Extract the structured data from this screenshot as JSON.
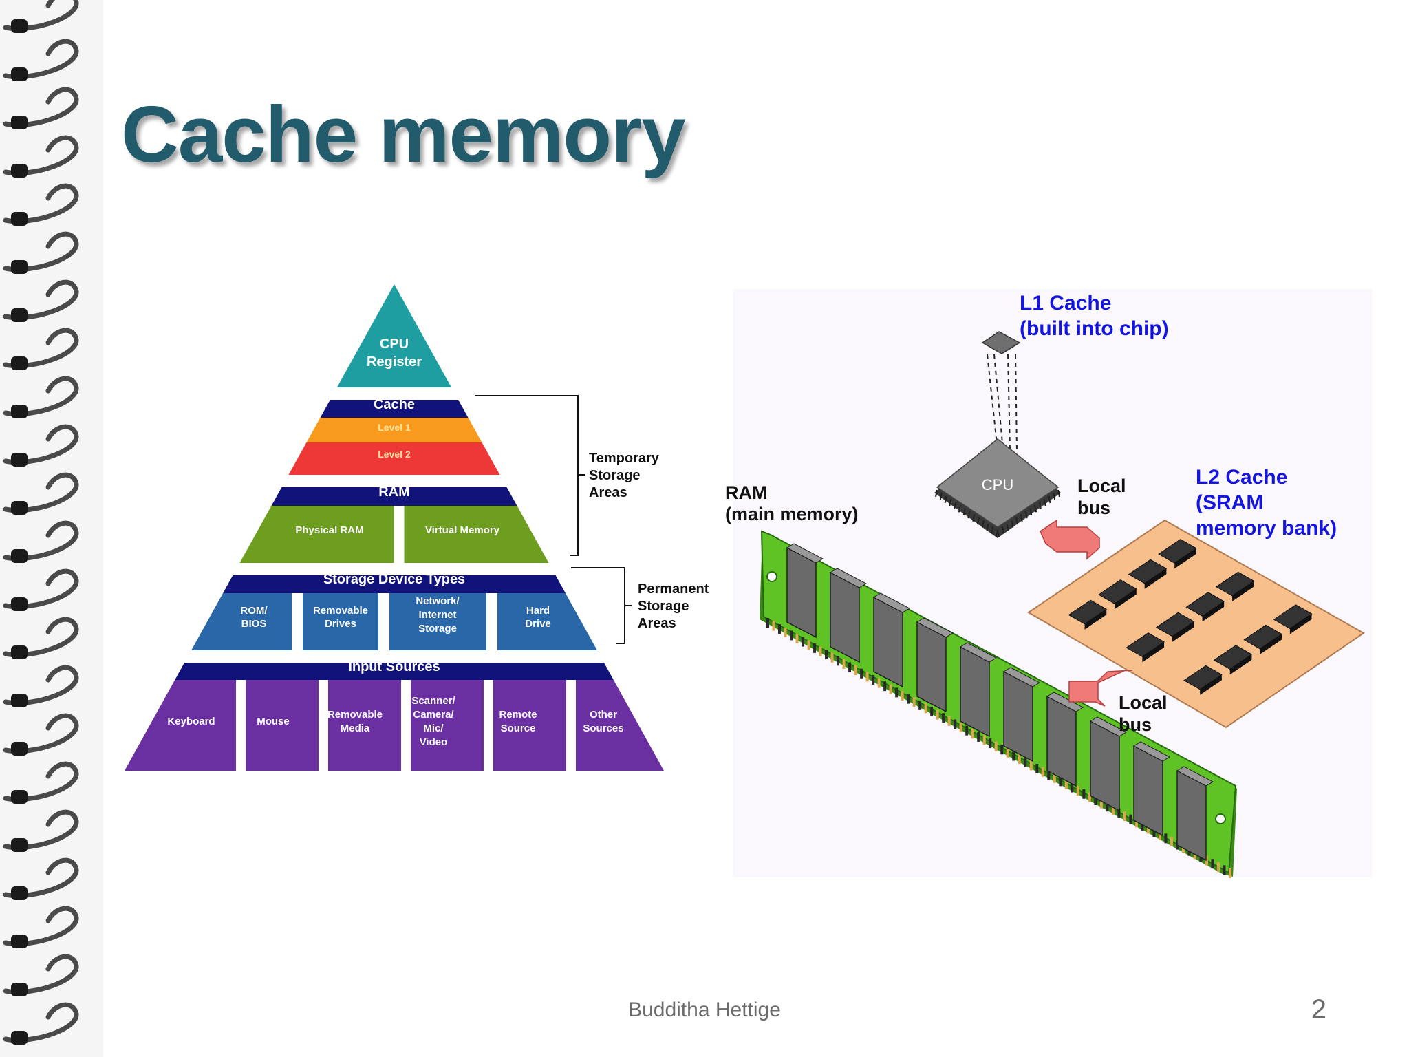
{
  "slide": {
    "title": "Cache memory",
    "footer_author": "Budditha Hettige",
    "page_number": "2"
  },
  "pyramid": {
    "cpu": [
      "CPU",
      "Register"
    ],
    "cache": {
      "header": "Cache",
      "level1": "Level 1",
      "level2": "Level 2"
    },
    "ram": {
      "header": "RAM",
      "cells": [
        "Physical RAM",
        "Virtual Memory"
      ]
    },
    "storage": {
      "header": "Storage Device Types",
      "cells": [
        [
          "ROM/",
          "BIOS"
        ],
        [
          "Removable",
          "Drives"
        ],
        [
          "Network/",
          "Internet",
          "Storage"
        ],
        [
          "Hard",
          "Drive"
        ]
      ]
    },
    "input": {
      "header": "Input Sources",
      "cells": [
        [
          "Keyboard"
        ],
        [
          "Mouse"
        ],
        [
          "Removable",
          "Media"
        ],
        [
          "Scanner/",
          "Camera/",
          "Mic/",
          "Video"
        ],
        [
          "Remote",
          "Source"
        ],
        [
          "Other",
          "Sources"
        ]
      ]
    },
    "temporary": [
      "Temporary",
      "Storage",
      "Areas"
    ],
    "permanent": [
      "Permanent",
      "Storage",
      "Areas"
    ],
    "colors": {
      "cpu": "#1f9ea2",
      "header": "#11127a",
      "level1": "#f79a1e",
      "level2": "#ee3838",
      "ram": "#6e9e1f",
      "storage": "#2a67a8",
      "input": "#6a2fa0"
    }
  },
  "memory": {
    "l1": [
      "L1 Cache",
      "(built into chip)"
    ],
    "cpu_label": "CPU",
    "local_bus_top": [
      "Local",
      "bus"
    ],
    "l2": [
      "L2 Cache",
      "(SRAM",
      "memory bank)"
    ],
    "ram": [
      "RAM",
      "(main memory)"
    ],
    "local_bus_bottom": [
      "Local",
      "bus"
    ]
  }
}
